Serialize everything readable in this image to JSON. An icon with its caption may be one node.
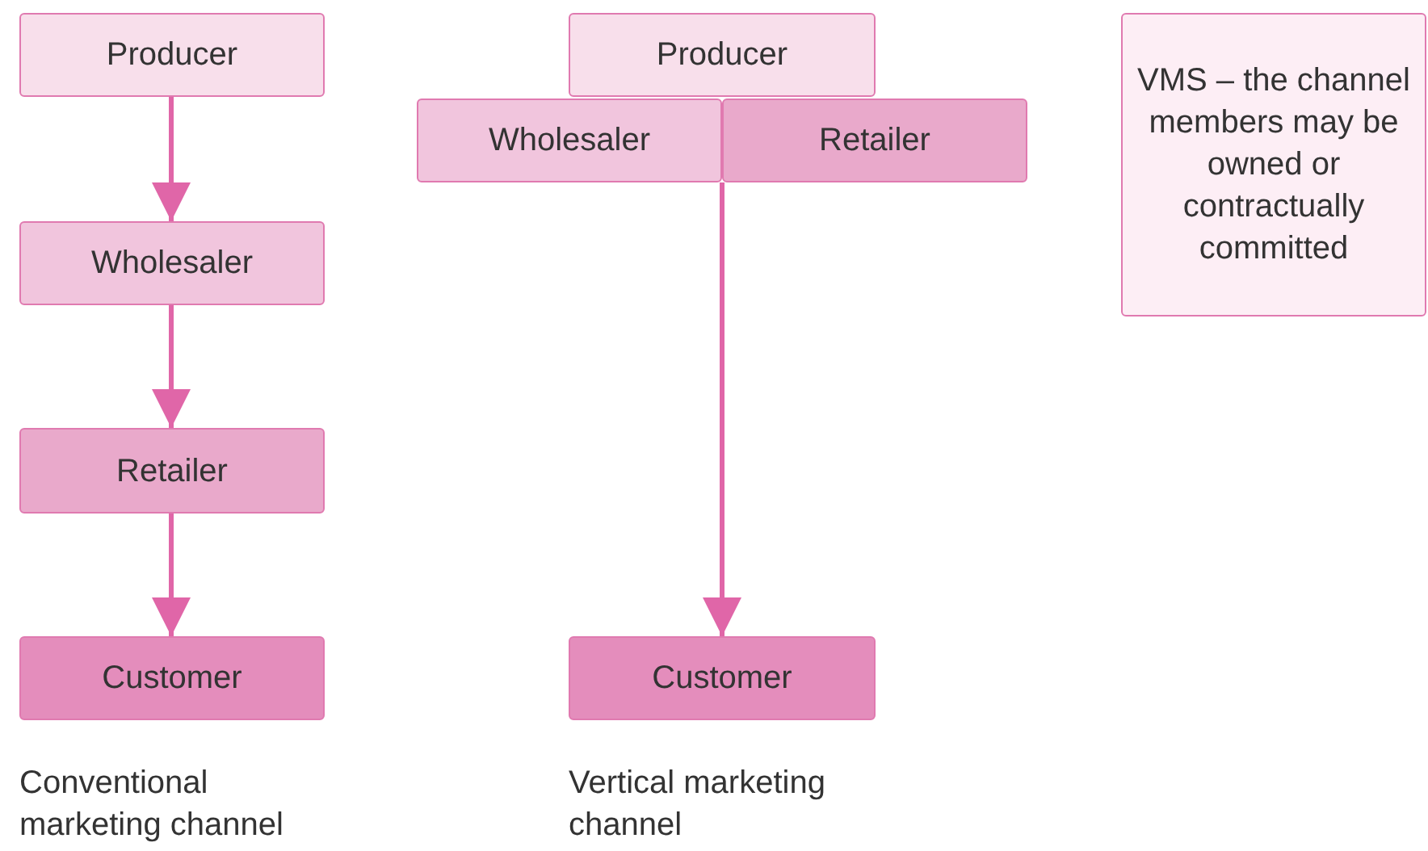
{
  "diagram": {
    "nodes": [
      {
        "text": [
          "Producer"
        ]
      },
      {
        "text": [
          "Wholesaler"
        ]
      },
      {
        "text": [
          "Retailer"
        ]
      },
      {
        "text": [
          "Customer"
        ]
      },
      {
        "text": [
          "Producer"
        ]
      },
      {
        "text": [
          "Wholesaler"
        ]
      },
      {
        "text": [
          "Retailer"
        ]
      },
      {
        "text": [
          "Customer"
        ]
      },
      {
        "text": [
          "VMS – the channel members may be owned or contractually committed"
        ]
      }
    ],
    "edges": [
      {
        "from": 0,
        "to": 1,
        "arrow": "to"
      },
      {
        "from": 1,
        "to": 2,
        "arrow": "to"
      },
      {
        "from": 2,
        "to": 3,
        "arrow": "to"
      },
      {
        "from": 6,
        "to": 7,
        "arrow": "to"
      }
    ],
    "labels": [
      "Conventional marketing channel",
      "Vertical marketing channel"
    ]
  }
}
